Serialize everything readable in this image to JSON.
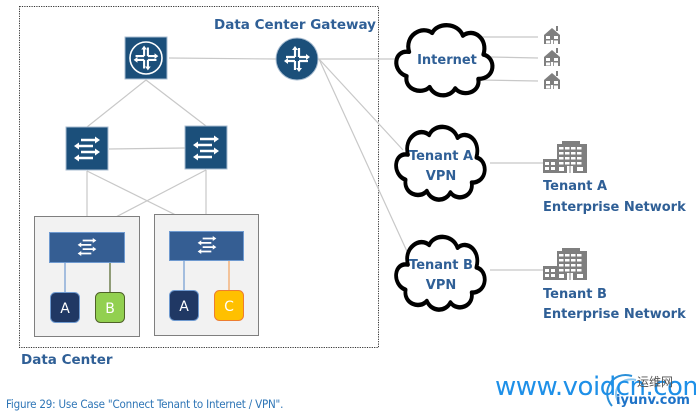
{
  "labels": {
    "gateway": "Data Center Gateway",
    "data_center": "Data Center",
    "internet": "Internet",
    "tenant_a_vpn_line1": "Tenant A",
    "tenant_a_vpn_line2": "VPN",
    "tenant_b_vpn_line1": "Tenant B",
    "tenant_b_vpn_line2": "VPN",
    "tenant_a_net_line1": "Tenant A",
    "tenant_a_net_line2": "Enterprise Network",
    "tenant_b_net_line1": "Tenant B",
    "tenant_b_net_line2": "Enterprise Network"
  },
  "racks": [
    {
      "vms": [
        {
          "label": "A",
          "color": "#203864",
          "line": "#6f9ad0"
        },
        {
          "label": "B",
          "color": "#92d050",
          "line": "#4f6228"
        }
      ]
    },
    {
      "vms": [
        {
          "label": "A",
          "color": "#203864",
          "line": "#6f9ad0"
        },
        {
          "label": "C",
          "color": "#ffc000",
          "line": "#f4a460"
        }
      ]
    }
  ],
  "caption": "Figure 29: Use Case \"Connect Tenant to Internet / VPN\".",
  "watermark": {
    "main": "www.voidcn.com",
    "cn": "运维网",
    "sub": "iyunv.com"
  },
  "colors": {
    "device": "#1b4f7a",
    "tor": "#355e93",
    "label": "#2f5f96",
    "link": "#c8c8c8",
    "building": "#7f7f7f"
  }
}
